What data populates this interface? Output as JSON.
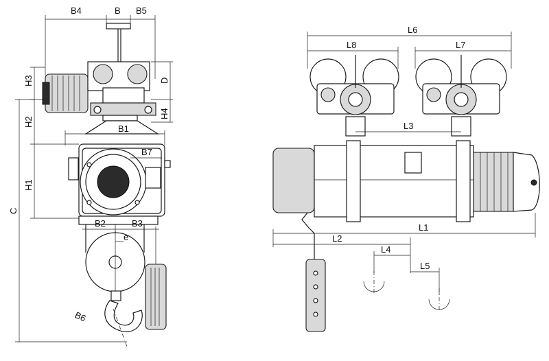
{
  "labels": {
    "B4": "B4",
    "B": "B",
    "B5": "B5",
    "H3": "H3",
    "D": "D",
    "H2": "H2",
    "H4": "H4",
    "B1": "B1",
    "B7": "B7",
    "H1": "H1",
    "C": "C",
    "B2": "B2",
    "B3": "B3",
    "e": "e",
    "B6": "B6",
    "L6": "L6",
    "L8": "L8",
    "L7": "L7",
    "L3": "L3",
    "L1": "L1",
    "L2": "L2",
    "L4": "L4",
    "L5": "L5"
  }
}
